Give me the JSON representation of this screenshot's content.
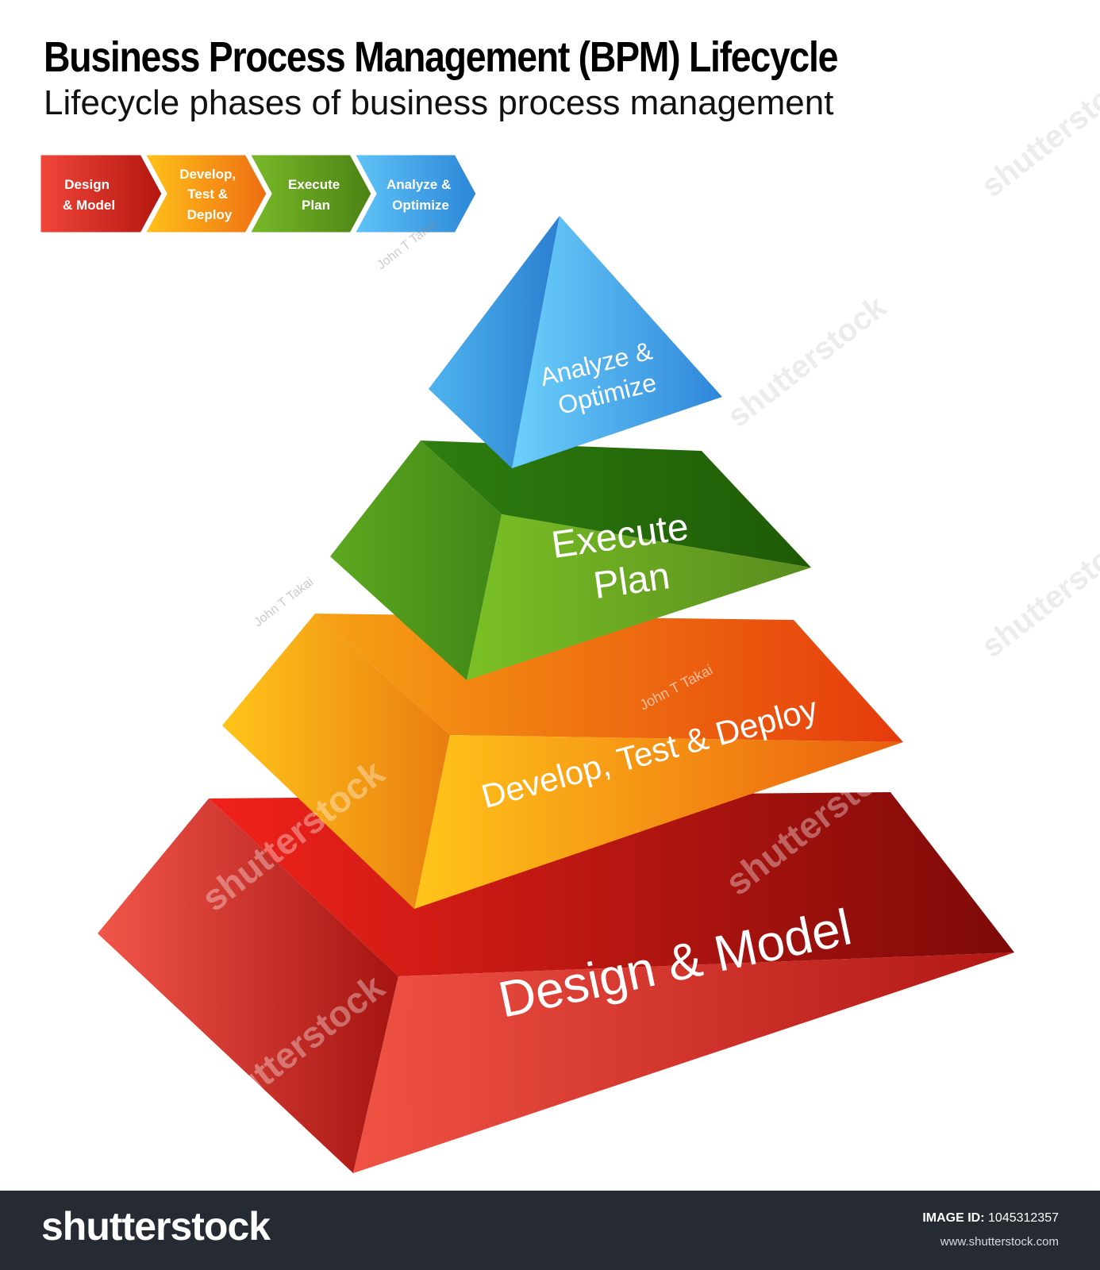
{
  "header": {
    "title": "Business Process Management (BPM) Lifecycle",
    "subtitle": "Lifecycle phases of business process management"
  },
  "chevrons": [
    {
      "lines": [
        "Design",
        "& Model"
      ],
      "color": "#d9241b"
    },
    {
      "lines": [
        "Develop,",
        "Test &",
        "Deploy"
      ],
      "color": "#f29a10"
    },
    {
      "lines": [
        "Execute",
        "Plan"
      ],
      "color": "#5f9e1c"
    },
    {
      "lines": [
        "Analyze &",
        "Optimize"
      ],
      "color": "#3ea3e6"
    }
  ],
  "pyramid": {
    "tiers": [
      {
        "lines": [
          "Design & Model"
        ],
        "color": "#d9241b"
      },
      {
        "lines": [
          "Develop, Test & Deploy"
        ],
        "color": "#f29a10"
      },
      {
        "lines": [
          "Execute",
          "Plan"
        ],
        "color": "#5f9e1c"
      },
      {
        "lines": [
          "Analyze &",
          "Optimize"
        ],
        "color": "#3ea3e6"
      }
    ]
  },
  "watermarks": {
    "brand": "shutterstock",
    "author": "John T Takai"
  },
  "footer": {
    "logo": "shutterstock",
    "image_id_label": "IMAGE ID:",
    "image_id": "1045312357",
    "site": "www.shutterstock.com"
  }
}
